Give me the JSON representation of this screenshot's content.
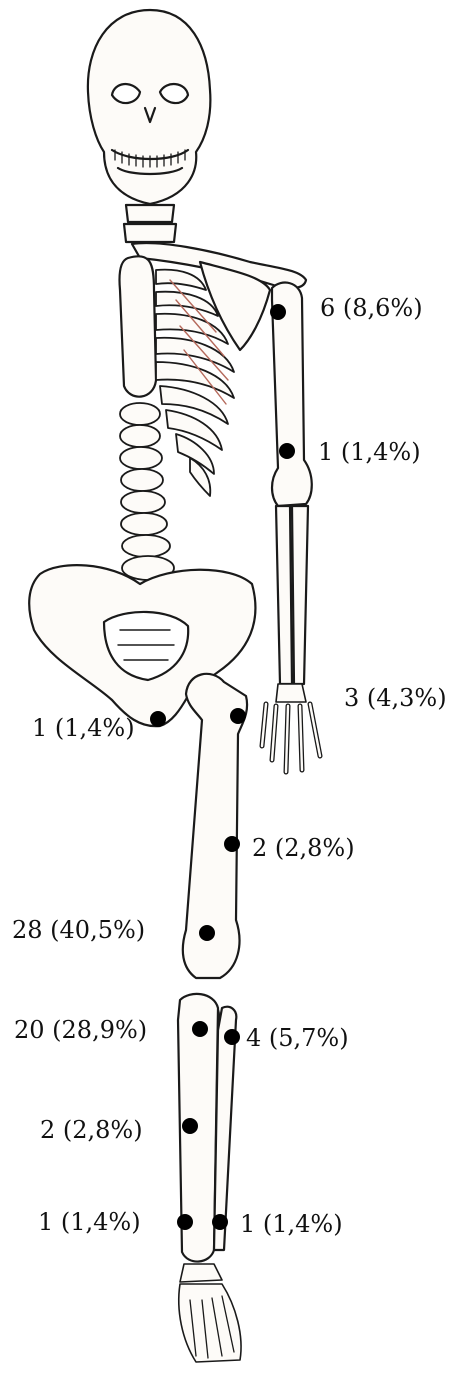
{
  "colors": {
    "bone_fill": "#fdfbf8",
    "bone_stroke": "#1a1a1a",
    "rib_shade": "#b56a5c",
    "marker": "#000000",
    "background": "#ffffff"
  },
  "markers": [
    {
      "id": "upper-arm-top",
      "label": "6 (8,6%)"
    },
    {
      "id": "upper-arm-mid",
      "label": "1 (1,4%)"
    },
    {
      "id": "hand",
      "label": "3 (4,3%)"
    },
    {
      "id": "pelvis-hip",
      "label": "1 (1,4%)"
    },
    {
      "id": "femur-head",
      "label": ""
    },
    {
      "id": "femur-mid",
      "label": "2 (2,8%)"
    },
    {
      "id": "femur-distal",
      "label": "28 (40,5%)"
    },
    {
      "id": "tibia-proximal",
      "label": "20 (28,9%)"
    },
    {
      "id": "fibula-proximal",
      "label": "4 (5,7%)"
    },
    {
      "id": "tibia-mid",
      "label": "2 (2,8%)"
    },
    {
      "id": "tibia-distal",
      "label": "1 (1,4%)"
    },
    {
      "id": "fibula-distal",
      "label": "1 (1,4%)"
    }
  ]
}
